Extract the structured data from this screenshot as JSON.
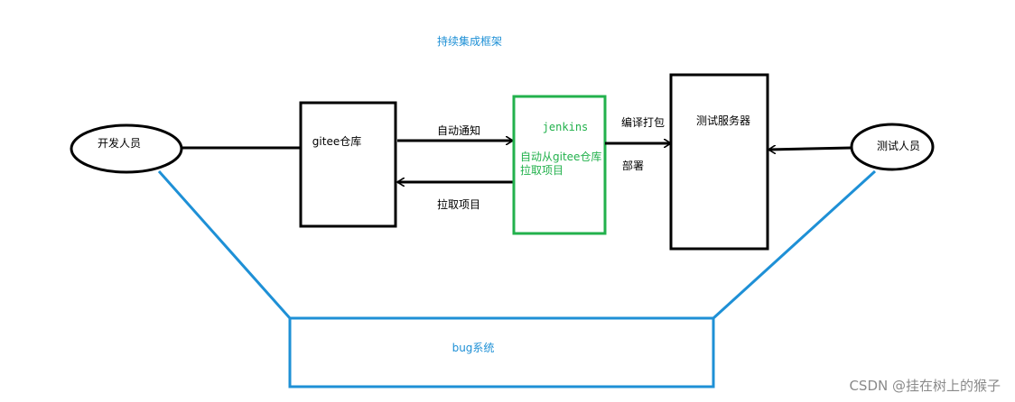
{
  "diagram": {
    "title": "持续集成框架",
    "nodes": {
      "developer": "开发人员",
      "gitee": "gitee仓库",
      "jenkins_title": "jenkins",
      "jenkins_line1": "自动从gitee仓库",
      "jenkins_line2": "拉取项目",
      "test_server": "测试服务器",
      "tester": "测试人员",
      "bug_system": "bug系统"
    },
    "edges": {
      "auto_notify": "自动通知",
      "pull_project": "拉取项目",
      "compile_package": "编译打包",
      "deploy": "部署"
    },
    "colors": {
      "jenkins_border": "#22b14c",
      "bug_system_border": "#1e90d6",
      "title_color": "#1e90d6"
    }
  },
  "watermark": "CSDN @挂在树上的猴子"
}
